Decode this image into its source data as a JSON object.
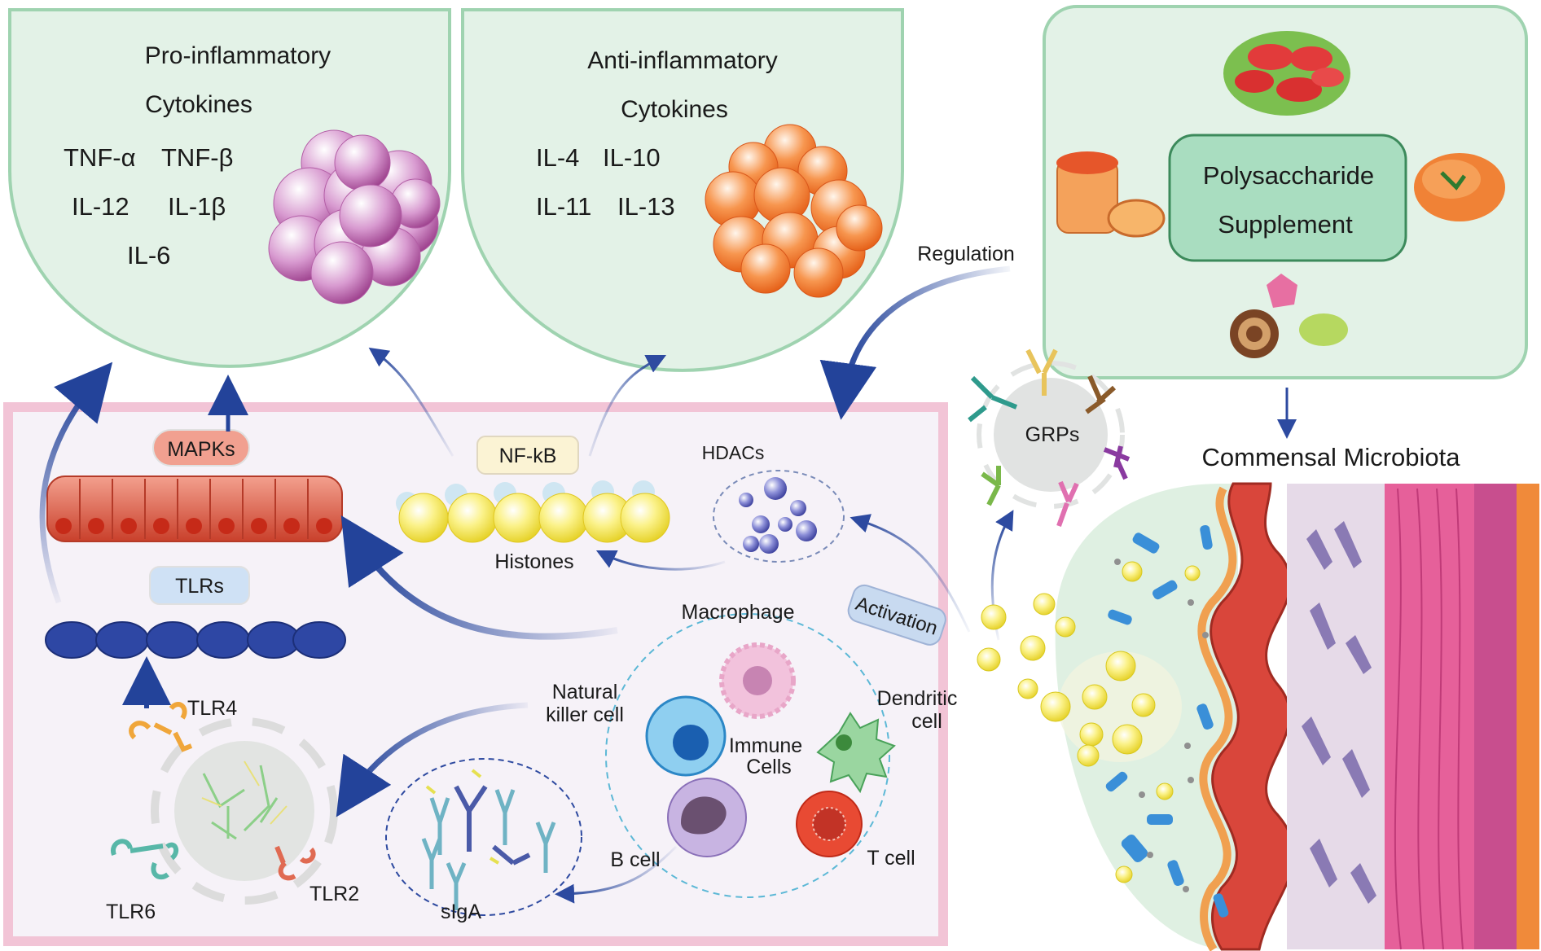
{
  "panels": {
    "pro": {
      "title_line1": "Pro-inflammatory",
      "title_line2": "Cytokines",
      "items": [
        "TNF-α",
        "TNF-β",
        "IL-12",
        "IL-1β",
        "IL-6"
      ]
    },
    "anti": {
      "title_line1": "Anti-inflammatory",
      "title_line2": "Cytokines",
      "items": [
        "IL-4",
        "IL-10",
        "IL-11",
        "IL-13"
      ]
    },
    "supplement": {
      "line1": "Polysaccharide",
      "line2": "Supplement"
    }
  },
  "labels": {
    "regulation": "Regulation",
    "activation": "Activation",
    "grps": "GRPs",
    "commensal": "Commensal Microbiota",
    "mapks": "MAPKs",
    "tlrs": "TLRs",
    "nfkb": "NF-kB",
    "hdacs": "HDACs",
    "histones": "Histones",
    "macrophage": "Macrophage",
    "natural_killer_1": "Natural",
    "natural_killer_2": "killer cell",
    "dendritic_1": "Dendritic",
    "dendritic_2": "cell",
    "immune_1": "Immune",
    "immune_2": "Cells",
    "b_cell": "B cell",
    "t_cell": "T cell",
    "sIgA": "sIgA",
    "tlr4": "TLR4",
    "tlr6": "TLR6",
    "tlr2": "TLR2"
  },
  "colors": {
    "panel_border": "#9fd3b0",
    "panel_fill": "#e3f2e7",
    "pink_box_border": "#f2c4d6",
    "pink_box_fill": "#f6f2f8",
    "arrow_blue": "#23439a"
  }
}
